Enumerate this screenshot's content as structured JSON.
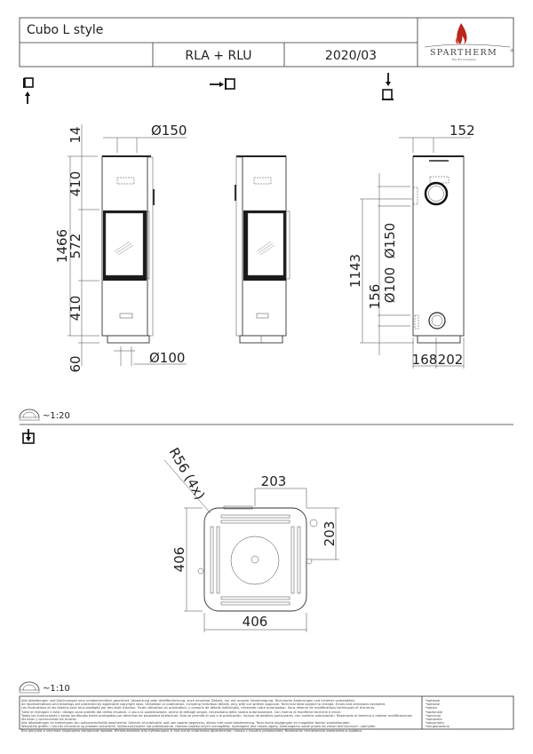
{
  "header": {
    "title": "Cubo L style",
    "model_code": "RLA + RLU",
    "date": "2020/03",
    "logo_text": "SPARTHERM",
    "logo_tagline": "The Fire Company",
    "logo_mark": "®"
  },
  "views": {
    "front": {
      "arrow_icon": "view-from-front-icon"
    },
    "side": {
      "arrow_icon": "view-from-side-icon"
    },
    "top_right": {
      "arrow_icon": "view-from-top-icon"
    }
  },
  "front_dims": {
    "top": "14",
    "upper": "410",
    "firebox": "572",
    "lower": "410",
    "base": "60",
    "total": "1466",
    "flue_top": "Ø150",
    "air_bottom": "Ø100"
  },
  "side_dims": {
    "flue_offset": "152",
    "flue_height": "1143",
    "flue_diam": "Ø150",
    "air_diam": "Ø100",
    "air_height": "156",
    "air_offset": "168",
    "depth": "202"
  },
  "scale_1": "~1:20",
  "top_view": {
    "radius": "R56 (4x)",
    "offset_x": "203",
    "offset_y": "203",
    "depth": "406",
    "width": "406"
  },
  "scale_2": "~1:10",
  "footer": {
    "legal": [
      "Alle Abbildungen und Zeichnungen sind urheberrechtlich geschützt. Verwertung oder Veröffentlichung, auch einzelner Details, nur mit unserer Genehmigung. Technische Änderungen und Irrtümer vorbehalten.",
      "All representations and drawings are protected by applicable copyright laws. Utilization or publication, including individual details, only with our written approval. Technical data subject to change. Errors and omissions excepted.",
      "Les illustrations et les dessins sont tous protégés par des droit d'auteur. Toute utilisation ou publication, y compris de détails individuels, nécessite notre autorisation. Sous réserve de modifications techniques et d'erreurs.",
      "Tutte le immagini e tutti i disegni sono protetti dal diritto d'autore. L'uso o la pubblicazione, anche di dettagli singoli, necessitano della nostra autorizzazione. Con riserva di modifiche tecniche e errori.",
      "Todas las ilustraciones y todos los dibujos están protegidos por derechos de propiedad intelectual. Solo se permite el uso o la publicación, incluso de detalles particulares, con nuestra autorización. Reservado el derecho a realizar modificaciones técnicas y correcciones de errores.",
      "Alle afbeeldingen en tekeningen zijn auteursrechtelijk beschermd. Gebruik of publicatie, ook van aparte gegevens, alleen met onze toestemming. Technische wijzigingen en mogelijke fouten voorbehouden.",
      "Wszystkie grafiki i rysunki chronione są prawem autorskim. Wykorzystywanie lub publikowanie, również pojedynczych szczegółów, wymagane jest naszej zgody. Zastrzegamy sobie prawo do zmian technicznych i pomyłek.",
      "Все рисунки и чертежи защищены авторским правом. Использование или публикация, в том числе отдельных фрагментов, только с нашего разрешения. Возможны технические изменения и ошибки."
    ],
    "options": [
      "*optional",
      "*optional",
      "*option",
      "*opzionale",
      "*opcional",
      "*optionele",
      "*opcjonalny",
      "*опционально"
    ]
  }
}
